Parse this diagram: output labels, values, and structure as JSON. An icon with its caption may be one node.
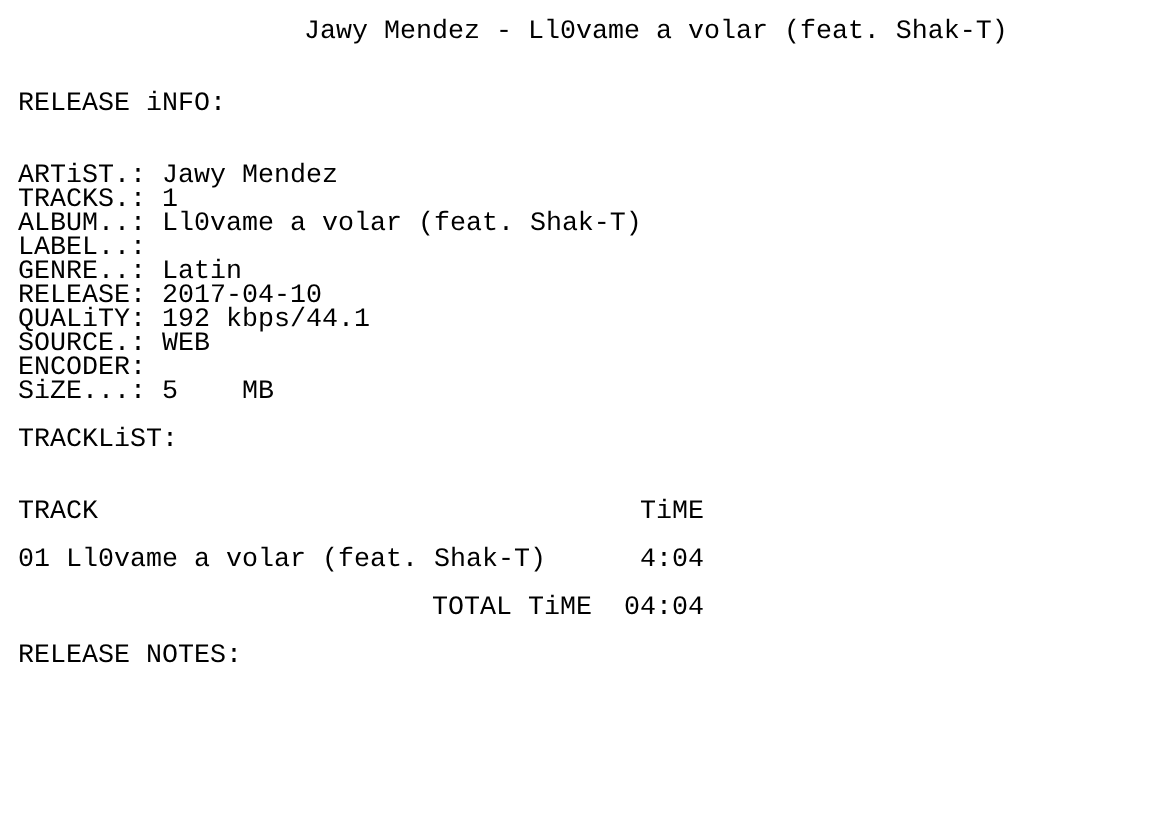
{
  "diagram": {
    "title": "Jawy Mendez - Ll0vame a volar (feat. Shak-T)",
    "labels": [
      "RELEASE iNFO:",
      "ARTiST.: Jawy Mendez",
      "TRACKS.: 1",
      "ALBUM..: Ll0vame a volar (feat. Shak-T)",
      "LABEL..:",
      "GENRE..: Latin",
      "RELEASE: 2017-04-10",
      "QUALiTY: 192 kbps/44.1",
      "SOURCE.: WEB",
      "ENCODER:",
      "SiZE...: 5    MB",
      "TRACKLiST:",
      "TRACK",
      "TiME",
      "01",
      "Ll0vame a volar (feat. Shak-T)",
      "4:04",
      "TOTAL TiME",
      "04:04",
      "RELEASE NOTES:"
    ]
  }
}
